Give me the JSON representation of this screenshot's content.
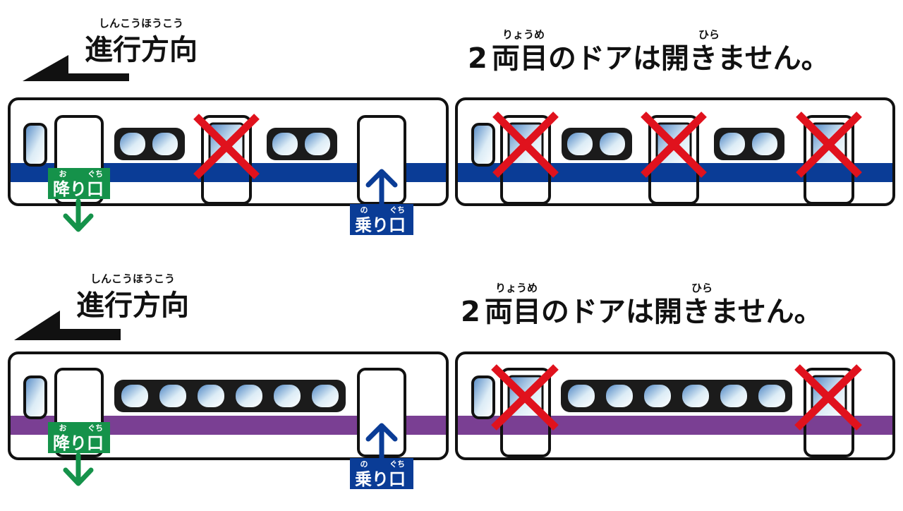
{
  "colors": {
    "blue_stripe": "#0a3c96",
    "purple_stripe": "#7a3f93",
    "exit_green": "#15924a",
    "entry_blue": "#0a3c96",
    "cross_red": "#e0121d",
    "outline": "#111111"
  },
  "direction": {
    "ruby": "しんこうほうこう",
    "text": "進行方向"
  },
  "notice": {
    "prefix": "2",
    "word1_ruby": "りょうめ",
    "word1": "両目",
    "mid": "のドアは",
    "word2_ruby": "ひら",
    "word2": "開",
    "suffix": "きません。"
  },
  "exit_label": {
    "ruby_1": "お",
    "ruby_2": "ぐち",
    "text_1": "降り",
    "text_2": "口"
  },
  "entry_label": {
    "ruby_1": "の",
    "ruby_2": "ぐち",
    "text_1": "乗り",
    "text_2": "口"
  },
  "icons": [
    "direction-arrow-icon",
    "exit-arrow-down-icon",
    "entry-arrow-up-icon",
    "no-door-cross-icon"
  ]
}
